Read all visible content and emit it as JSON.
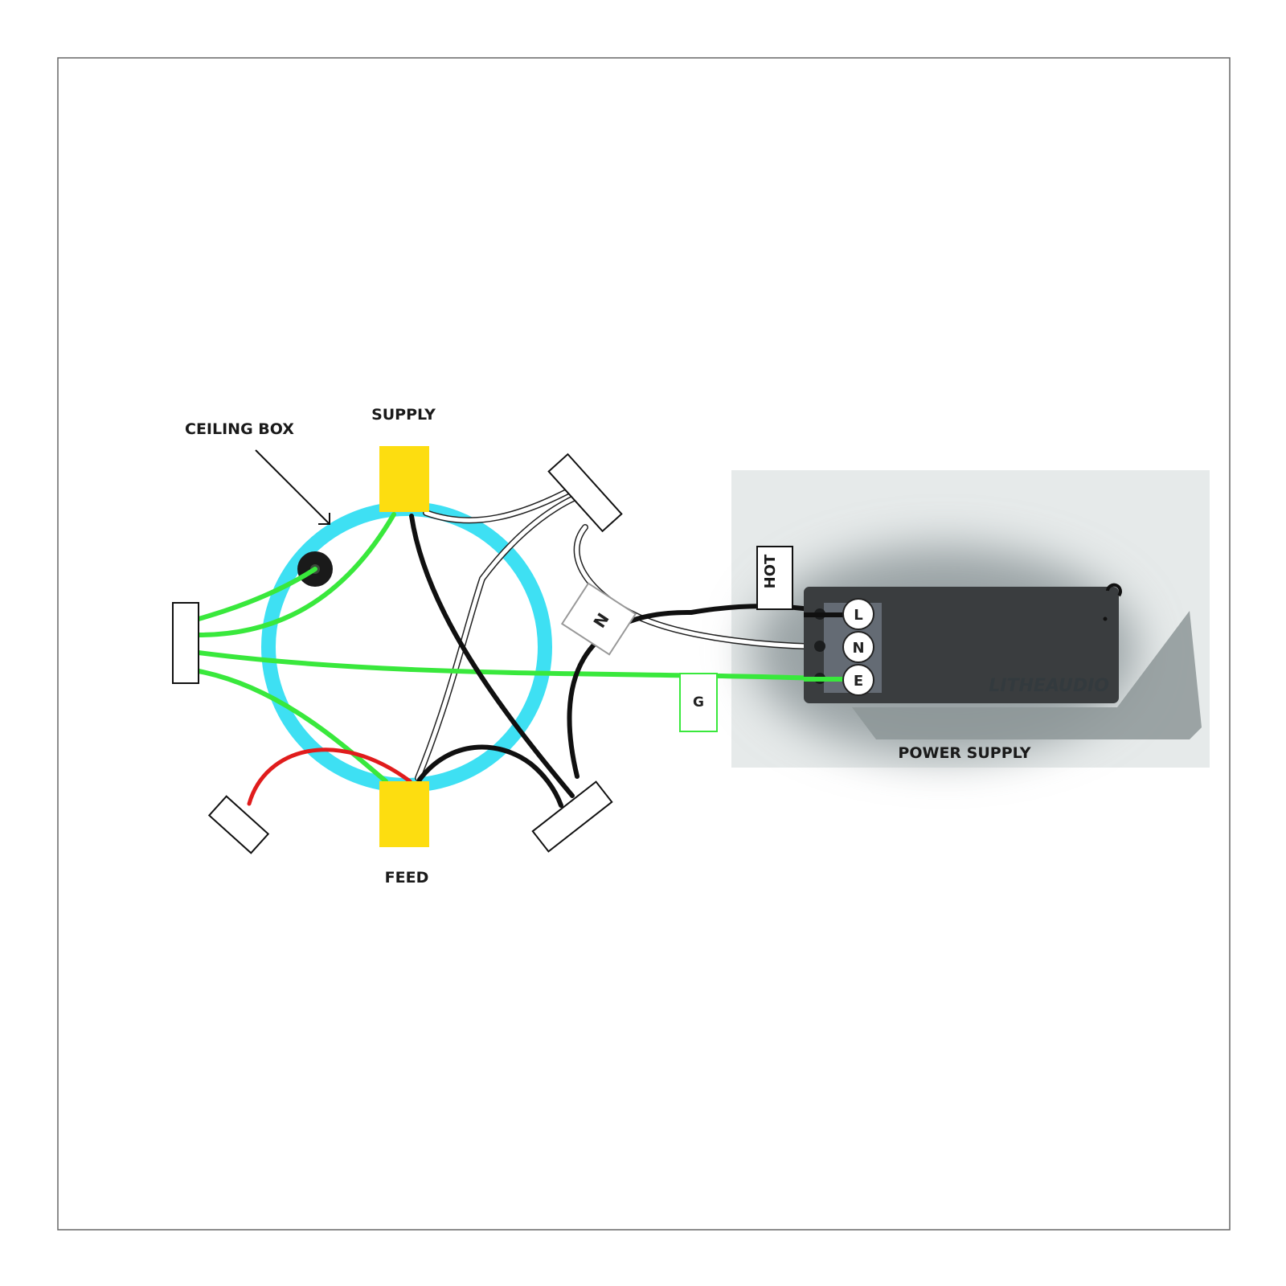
{
  "labels": {
    "ceiling_box": "CEILING BOX",
    "supply": "SUPPLY",
    "feed": "FEED",
    "power_supply": "POWER SUPPLY",
    "hot": "HOT",
    "neutral_tag": "N",
    "ground_tag": "G"
  },
  "power_supply_unit": {
    "brand": "LITHEAUDIO",
    "terminals": [
      "L",
      "N",
      "E"
    ]
  },
  "colors": {
    "ceiling_ring": "#3ee0f3",
    "connector_block": "#fddd10",
    "earth_wire": "#39e83c",
    "live_wire": "#101010",
    "switched_wire": "#e01c1c",
    "neutral_wire": "#ffffff",
    "psu_body": "#3a3d3f",
    "psu_panel": "#e6eaea",
    "frame": "#666666"
  }
}
